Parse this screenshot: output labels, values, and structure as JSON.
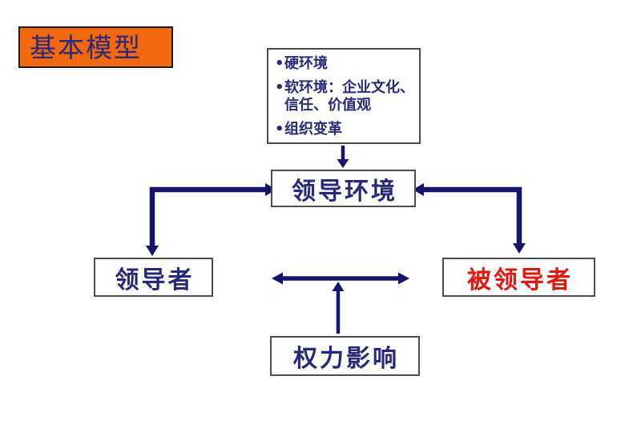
{
  "slide": {
    "title": "基本模型",
    "note": {
      "bullet_char": "•",
      "items": [
        "硬环境",
        "软环境：企业文化、信任、价值观",
        "组织变革"
      ]
    },
    "nodes": {
      "environment": "领导环境",
      "leader": "领导者",
      "followers": "被领导者",
      "power": "权力影响"
    },
    "colors": {
      "title_bg": "#F2690D",
      "navy_text": "#28287E",
      "arrow_navy": "#14146E",
      "followers_red": "#E8150D",
      "box_border": "#4D4D4D"
    }
  }
}
